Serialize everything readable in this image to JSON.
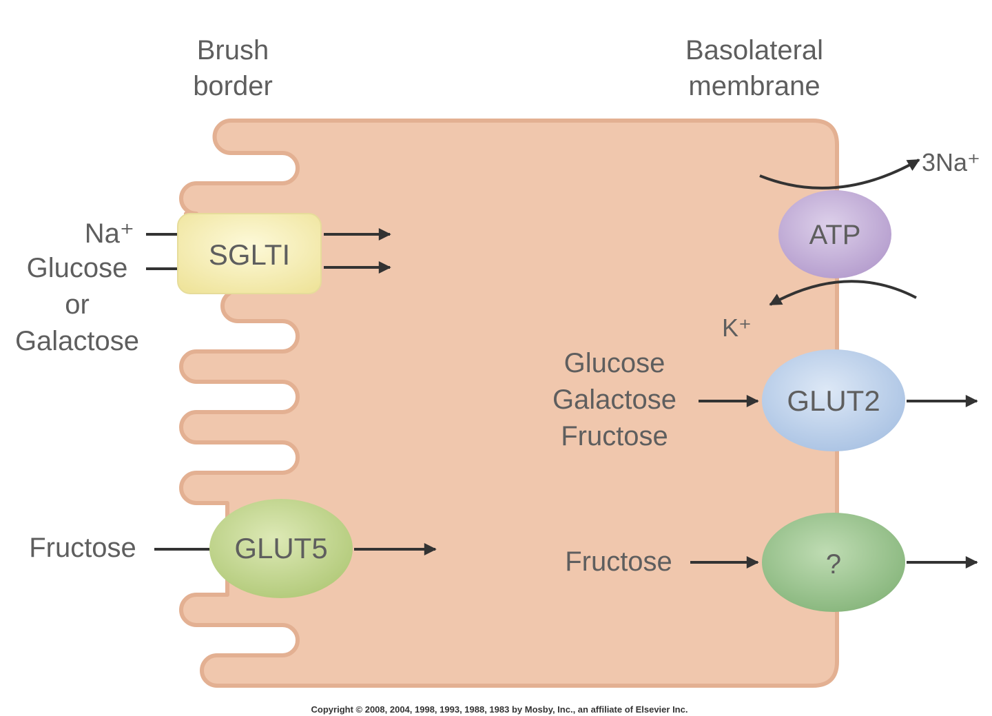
{
  "headings": {
    "brush_border": [
      "Brush",
      "border"
    ],
    "basolateral": [
      "Basolateral",
      "membrane"
    ]
  },
  "transporters": {
    "sglt1": "SGLTI",
    "glut5": "GLUT5",
    "atp": "ATP",
    "glut2": "GLUT2",
    "unknown": "?"
  },
  "labels": {
    "na_in": "Na⁺",
    "glucose_or_galactose": [
      "Glucose",
      "or",
      "Galactose"
    ],
    "fructose_in": "Fructose",
    "na_out": "3Na⁺",
    "k_in": "K⁺",
    "glut2_substrates": [
      "Glucose",
      "Galactose",
      "Fructose"
    ],
    "fructose_out": "Fructose"
  },
  "copyright": "Copyright © 2008, 2004, 1998, 1993, 1988, 1983 by Mosby, Inc., an affiliate of Elsevier Inc.",
  "colors": {
    "cell_fill": "#f0c7ad",
    "cell_stroke": "#e3b092",
    "sglt1": "#f8f0b4",
    "glut5": "#c6d98f",
    "atp": "#c9b3dc",
    "glut2": "#c4d6ee",
    "unknown": "#a4c99a",
    "arrow": "#333333",
    "text": "#5e5e5e"
  }
}
